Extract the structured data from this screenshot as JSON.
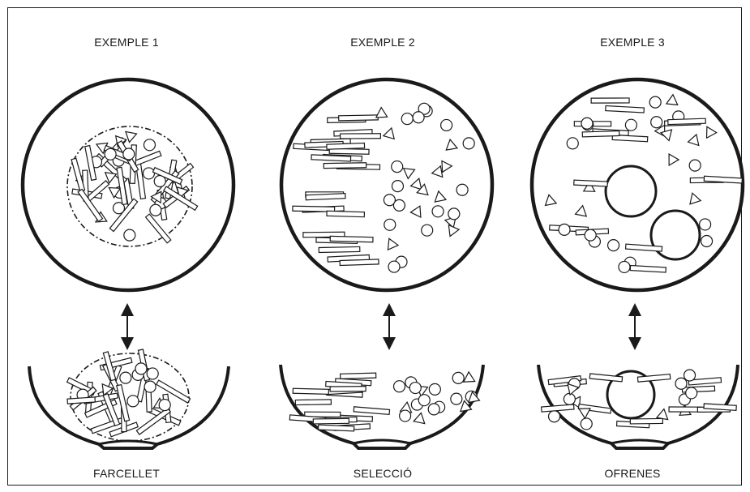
{
  "examples": [
    {
      "title": "EXEMPLE 1",
      "caption": "FARCELLET"
    },
    {
      "title": "EXEMPLE 2",
      "caption": "SELECCIÓ"
    },
    {
      "title": "EXEMPLE 3",
      "caption": "OFRENES"
    }
  ],
  "colors": {
    "ink": "#1a1a1a",
    "paper": "#ffffff"
  },
  "icons": [
    "double-arrow-icon"
  ]
}
